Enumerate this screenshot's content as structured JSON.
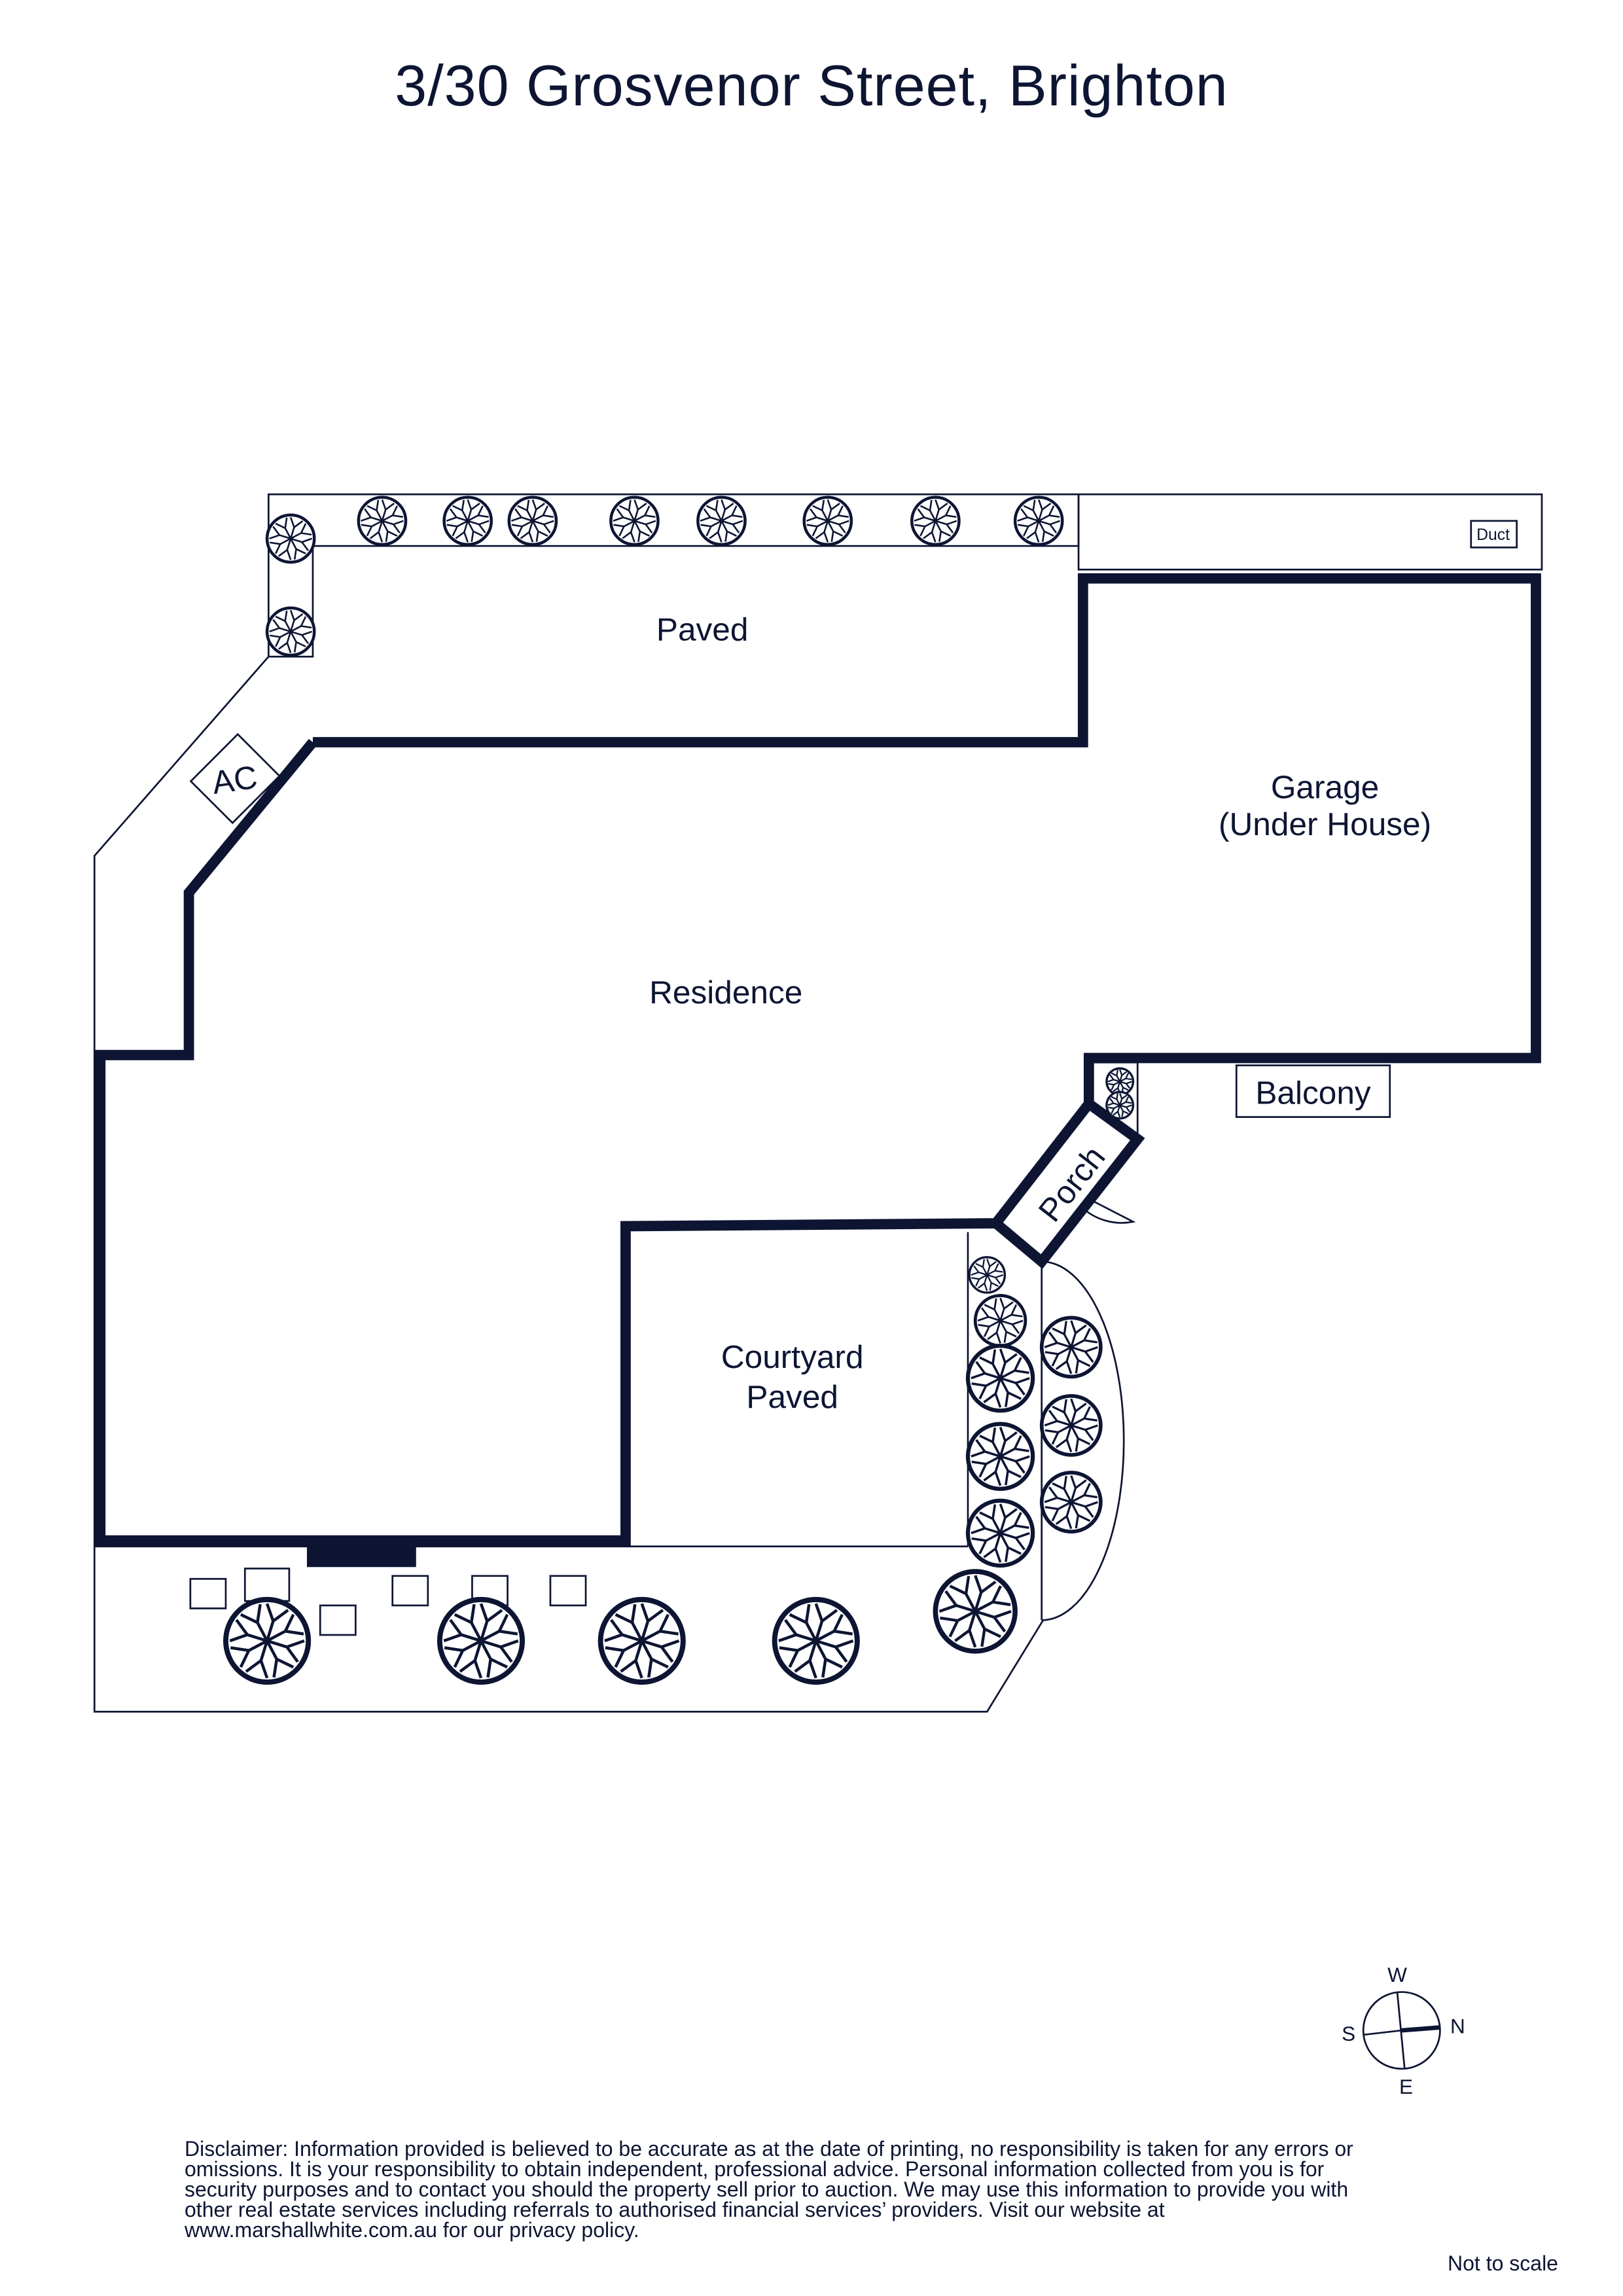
{
  "title": "3/30 Grosvenor Street, Brighton",
  "rooms": {
    "paved": "Paved",
    "duct": "Duct",
    "ac": "AC",
    "garage_line1": "Garage",
    "garage_line2": "(Under House)",
    "residence": "Residence",
    "balcony": "Balcony",
    "porch": "Porch",
    "courtyard_line1": "Courtyard",
    "courtyard_line2": "Paved"
  },
  "compass": {
    "w": "W",
    "s": "S",
    "n": "N",
    "e": "E"
  },
  "disclaimer": "Disclaimer: Information provided is believed to be accurate as at the date of printing, no responsibility is taken for any errors or omissions. It is your responsibility to obtain independent, professional advice. Personal information collected from you is for security purposes and to contact you should the property sell prior to auction. We may use this information to provide you with other real estate services including referrals to authorised financial services’ providers. Visit our website at www.marshallwhite.com.au for our privacy policy.",
  "not_to_scale": "Not to scale",
  "colors": {
    "ink": "#0d1533"
  }
}
